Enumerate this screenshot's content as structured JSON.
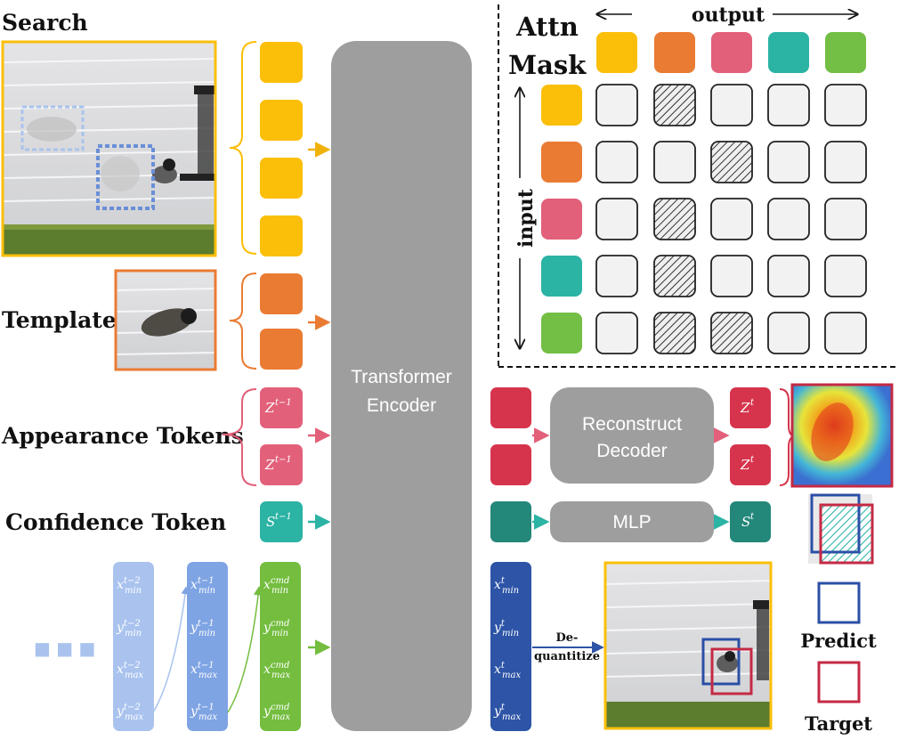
{
  "labels": {
    "search": "Search",
    "template": "Template",
    "appearance_tokens": "Appearance Tokens",
    "confidence_token": "Confidence Token",
    "transformer_line1": "Transformer",
    "transformer_line2": "Encoder",
    "decoder_line1": "Reconstruct",
    "decoder_line2": "Decoder",
    "mlp": "MLP",
    "dequant_line1": "De-",
    "dequant_line2": "quantitize",
    "predict": "Predict",
    "target": "Target",
    "attn_line1": "Attn",
    "attn_line2": "Mask",
    "output": "output",
    "input": "input",
    "ellipsis": "■ ■ ■"
  },
  "tokens": {
    "appearance_in": {
      "base": "Z",
      "sup": "t−1"
    },
    "appearance_out": {
      "base": "Z",
      "sup": "t"
    },
    "confidence_in": {
      "base": "S",
      "sup": "t−1"
    },
    "confidence_out": {
      "base": "S",
      "sup": "t"
    },
    "coord_columns": [
      {
        "sup": "t−2",
        "rows": [
          {
            "base": "x",
            "sub": "min"
          },
          {
            "base": "y",
            "sub": "min"
          },
          {
            "base": "x",
            "sub": "max"
          },
          {
            "base": "y",
            "sub": "max"
          }
        ]
      },
      {
        "sup": "t−1",
        "rows": [
          {
            "base": "x",
            "sub": "min"
          },
          {
            "base": "y",
            "sub": "min"
          },
          {
            "base": "x",
            "sub": "max"
          },
          {
            "base": "y",
            "sub": "max"
          }
        ]
      },
      {
        "sup": "cmd",
        "rows": [
          {
            "base": "x",
            "sub": "min"
          },
          {
            "base": "y",
            "sub": "min"
          },
          {
            "base": "x",
            "sub": "max"
          },
          {
            "base": "y",
            "sub": "max"
          }
        ]
      },
      {
        "sup": "t",
        "rows": [
          {
            "base": "x",
            "sub": "min"
          },
          {
            "base": "y",
            "sub": "min"
          },
          {
            "base": "x",
            "sub": "max"
          },
          {
            "base": "y",
            "sub": "max"
          }
        ]
      }
    ]
  },
  "attn_mask": {
    "row_colors": [
      "#fbbf0a",
      "#ea7b33",
      "#e2607a",
      "#2bb3a4",
      "#73bf45"
    ],
    "col_colors": [
      "#fbbf0a",
      "#ea7b33",
      "#e2607a",
      "#2bb3a4",
      "#73bf45"
    ],
    "masked": [
      [
        false,
        true,
        false,
        false,
        false
      ],
      [
        false,
        false,
        true,
        false,
        false
      ],
      [
        false,
        true,
        false,
        false,
        false
      ],
      [
        false,
        true,
        false,
        false,
        false
      ],
      [
        false,
        true,
        true,
        false,
        false
      ]
    ]
  },
  "colors": {
    "search": "#fbbf0a",
    "template": "#ea7b33",
    "appearance": "#e2607a",
    "appearance_out": "#d6344d",
    "confidence": "#2bb3a4",
    "confidence_out": "#23877a",
    "coord_t2": "#a9c3ee",
    "coord_t1": "#7fa4e4",
    "coord_cmd": "#74bd3f",
    "coord_t": "#2d54a6",
    "encoder": "#9e9e9e",
    "predict": "#2b4fa6",
    "target": "#c42a44"
  }
}
